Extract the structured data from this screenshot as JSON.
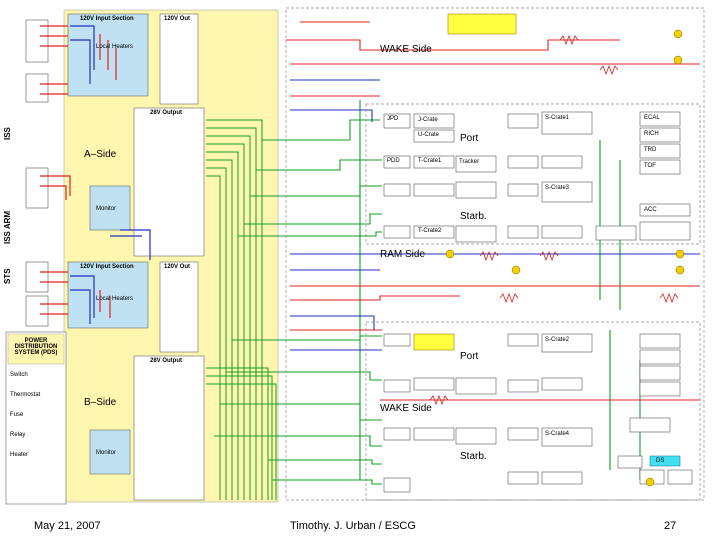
{
  "left_labels": {
    "a_side": "A–Side",
    "b_side": "B–Side",
    "iss": "ISS",
    "iss_arm": "ISS ARM",
    "sts": "STS",
    "power_dist": "POWER DISTRIBUTION SYSTEM (PDS)"
  },
  "pds_top": {
    "input_section": "120V Input Section",
    "output_120": "120V Out",
    "output_28": "28V Output",
    "heaters": "Local Heaters",
    "monitor": "Monitor"
  },
  "pds_bottom": {
    "input_section": "120V Input Section",
    "output_120": "120V Out",
    "output_28": "28V Output",
    "heaters": "Local Heaters",
    "monitor": "Monitor"
  },
  "legend": {
    "items": [
      "Switch",
      "Thermostat",
      "Fuse",
      "Relay",
      "Heater"
    ]
  },
  "right_sections": {
    "wake_top": "WAKE Side",
    "port_top": "Port",
    "starb_top": "Starb.",
    "ram": "RAM Side",
    "port_bottom": "Port",
    "wake_bottom": "WAKE Side",
    "starb_bottom": "Starb."
  },
  "right_boxes": {
    "j_crate": "J-Crate",
    "u_crate": "U-Crate",
    "s_crate1": "S-Crate1",
    "s_crate2": "S-Crate2",
    "s_crate3": "S-Crate3",
    "s_crate4": "S-Crate4",
    "t_crate1": "T-Crate1",
    "t_crate2": "T-Crate2",
    "tracker": "Tracker",
    "jpd": "JPD",
    "pdd": "PDD",
    "ecal": "ECAL",
    "rich": "RICH",
    "trd": "TRD",
    "tof": "TOF",
    "acc": "ACC",
    "ds": "DS"
  },
  "footer": {
    "date": "May 21, 2007",
    "author": "Timothy. J. Urban / ESCG",
    "page": "27"
  },
  "colors": {
    "left_panel_bg": "#fff6b0",
    "input_section_bg": "#bfe1f2",
    "wire_red": "#e02020",
    "wire_blue": "#2030c0",
    "wire_green": "#10a020",
    "wire_grey": "#8a8a8a",
    "highlight_yellow": "#ffff40",
    "highlight_cyan": "#40e0f0"
  }
}
